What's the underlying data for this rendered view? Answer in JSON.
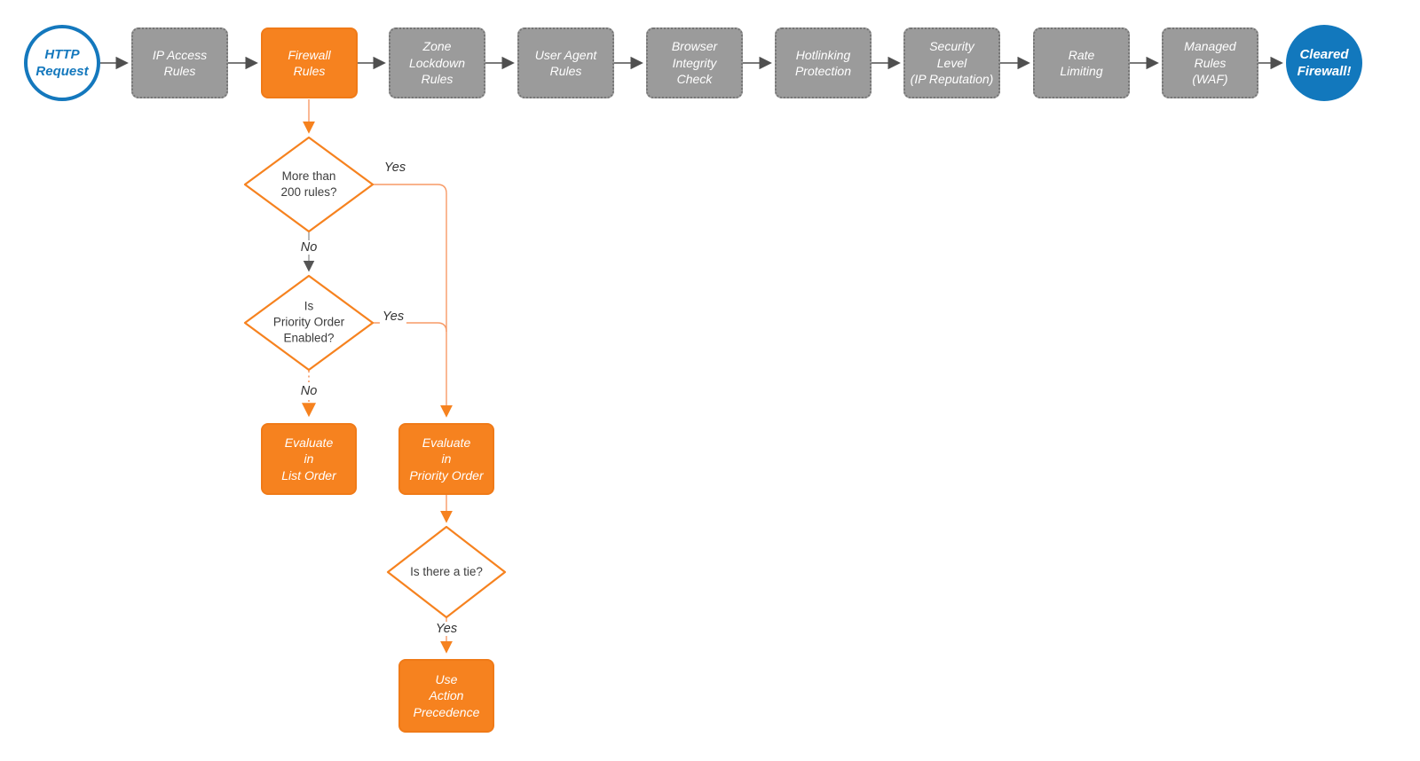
{
  "colors": {
    "accent_orange": "#f6821f",
    "stage_gray": "#9b9b9b",
    "brand_blue": "#1278bd",
    "connector_dark": "#4f4f4f",
    "connector_orange_light": "#f79a66"
  },
  "flow": {
    "start_label": "HTTP\nRequest",
    "end_label": "Cleared\nFirewall!",
    "stages": [
      {
        "label": "IP Access\nRules",
        "variant": "gray"
      },
      {
        "label": "Firewall\nRules",
        "variant": "orange"
      },
      {
        "label": "Zone\nLockdown\nRules",
        "variant": "gray"
      },
      {
        "label": "User Agent\nRules",
        "variant": "gray"
      },
      {
        "label": "Browser\nIntegrity\nCheck",
        "variant": "gray"
      },
      {
        "label": "Hotlinking\nProtection",
        "variant": "gray"
      },
      {
        "label": "Security\nLevel\n(IP Reputation)",
        "variant": "gray"
      },
      {
        "label": "Rate\nLimiting",
        "variant": "gray"
      },
      {
        "label": "Managed\nRules\n(WAF)",
        "variant": "gray"
      }
    ]
  },
  "branch": {
    "decision_rules": "More than\n200 rules?",
    "decision_priority": "Is\nPriority Order\nEnabled?",
    "decision_tie": "Is there a tie?",
    "evaluate_list": "Evaluate\nin\nList Order",
    "evaluate_priority": "Evaluate\nin\nPriority Order",
    "action_precedence": "Use\nAction\nPrecedence",
    "labels": {
      "yes": "Yes",
      "no": "No"
    }
  }
}
